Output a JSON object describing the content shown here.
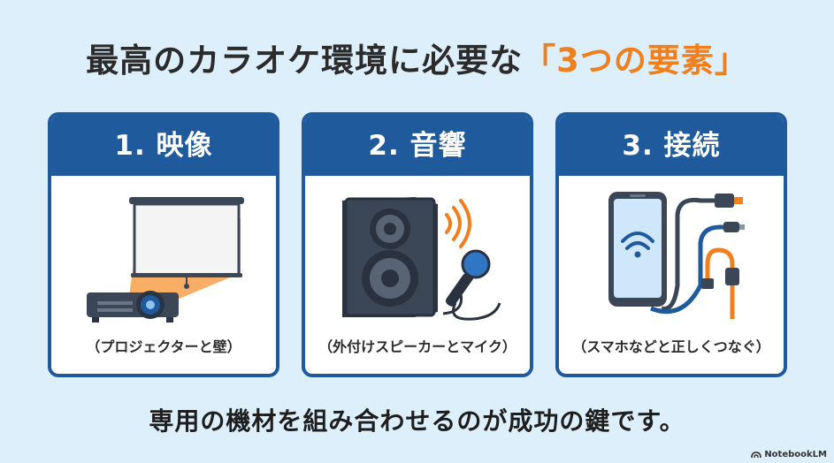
{
  "title": {
    "main": "最高のカラオケ環境に必要な",
    "accent": "「3つの要素」"
  },
  "cards": [
    {
      "header": "1. 映像",
      "caption": "（プロジェクターと壁）",
      "icon": "projector-screen-icon"
    },
    {
      "header": "2. 音響",
      "caption": "（外付けスピーカーとマイク）",
      "icon": "speaker-microphone-icon"
    },
    {
      "header": "3. 接続",
      "caption": "（スマホなどと正しくつなぐ）",
      "icon": "phone-cable-icon"
    }
  ],
  "footer": "専用の機材を組み合わせるのが成功の鍵です。",
  "brand": "NotebookLM",
  "colors": {
    "background": "#dceffb",
    "header": "#1f5a9c",
    "accent": "#f07f1e",
    "text": "#2b2b2b"
  }
}
